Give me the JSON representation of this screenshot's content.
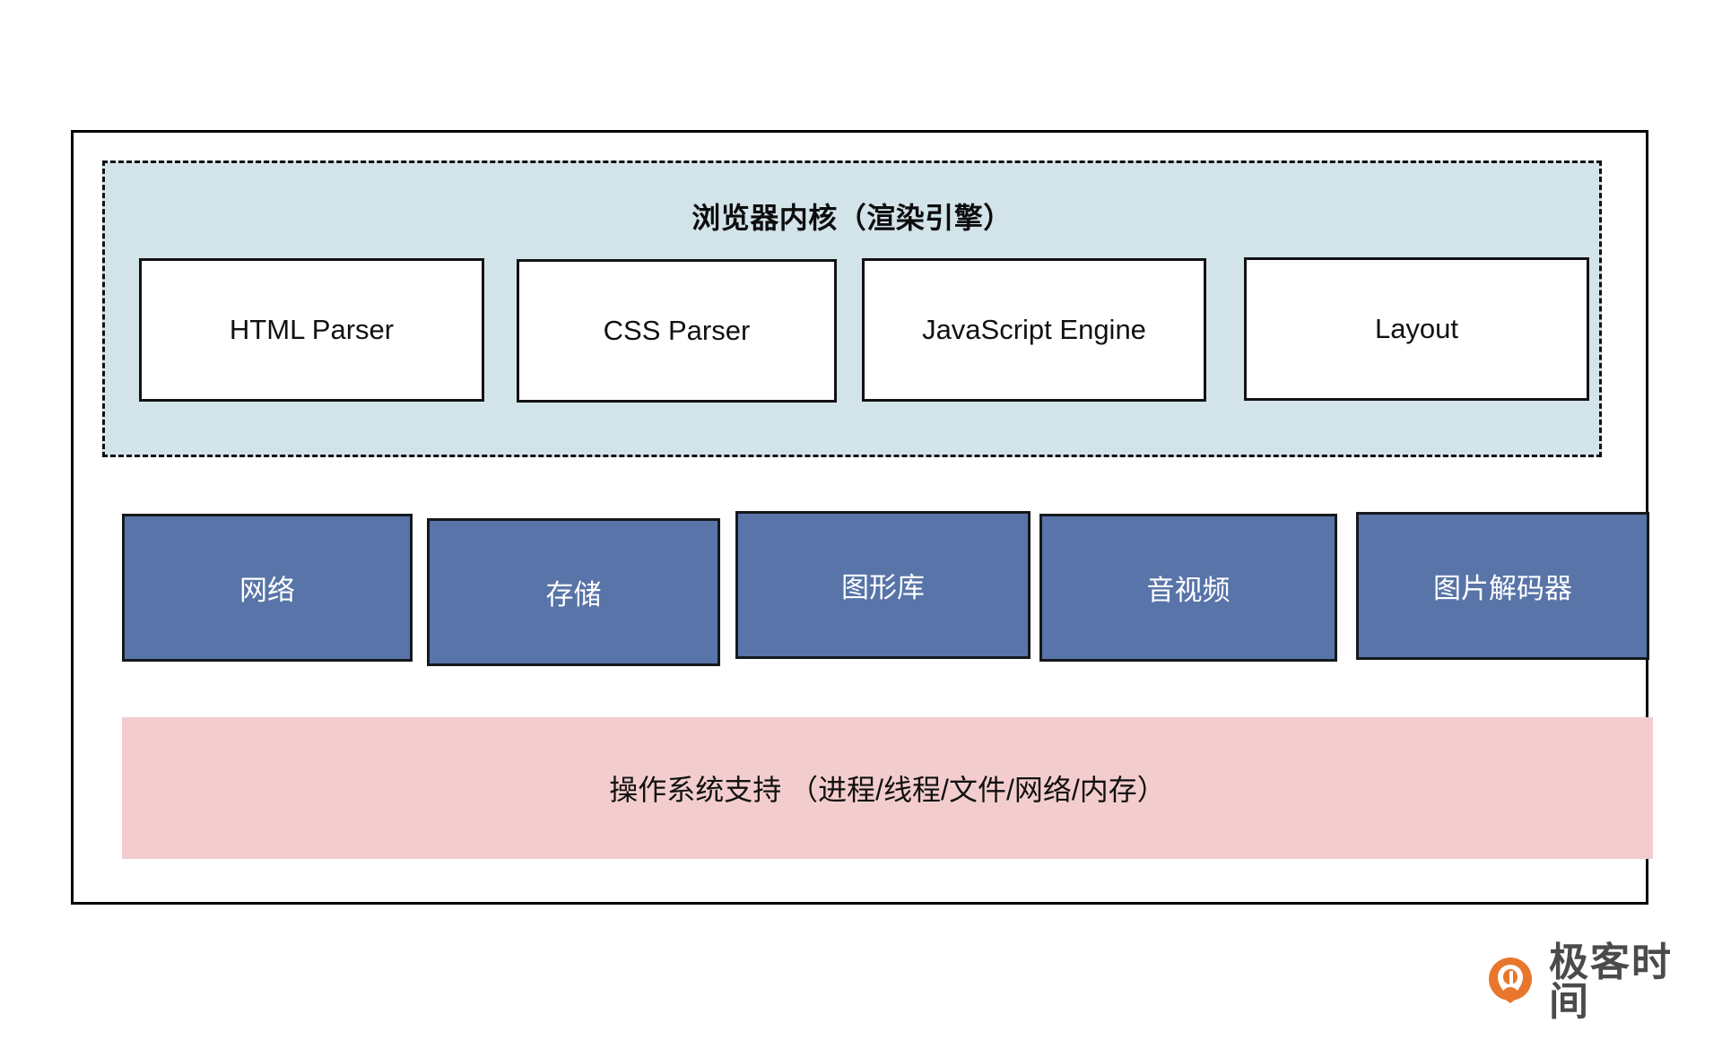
{
  "diagram": {
    "kernel": {
      "title": "浏览器内核（渲染引擎）",
      "boxes": [
        {
          "label": "HTML Parser"
        },
        {
          "label": "CSS Parser"
        },
        {
          "label": "JavaScript Engine"
        },
        {
          "label": "Layout"
        }
      ]
    },
    "modules": [
      {
        "label": "网络"
      },
      {
        "label": "存储"
      },
      {
        "label": "图形库"
      },
      {
        "label": "音视频"
      },
      {
        "label": "图片解码器"
      }
    ],
    "os_support": {
      "label": "操作系统支持 （进程/线程/文件/网络/内存）"
    }
  },
  "branding": {
    "logo_text": "极客时间",
    "logo_icon": "geektime-drop-icon"
  },
  "colors": {
    "kernel_background": "#d3e3ea",
    "module_background": "#5874a8",
    "module_text": "#ffffff",
    "os_background": "#f3cdcd",
    "frame_border": "#000000",
    "logo_orange": "#e8762c",
    "logo_text_gray": "#4b4b4b"
  }
}
